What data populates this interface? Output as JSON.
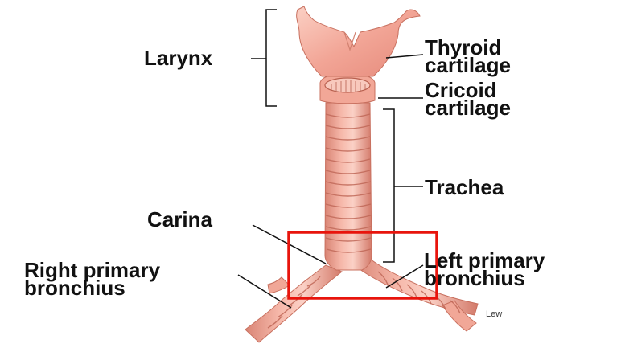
{
  "labels": {
    "larynx": "Larynx",
    "thyroid_line1": "Thyroid",
    "thyroid_line2": "cartilage",
    "cricoid_line1": "Cricoid",
    "cricoid_line2": "cartilage",
    "trachea": "Trachea",
    "carina": "Carina",
    "right_line1": "Right primary",
    "right_line2": "bronchius",
    "left_line1": "Left primary",
    "left_line2": "bronchius"
  },
  "artist_signature": "Lew",
  "colors": {
    "tissue": "#f3a99a",
    "tissue_dark": "#d97a6b",
    "tissue_light": "#fbd3c9",
    "leader": "#111111",
    "highlight_box": "#e8140c"
  }
}
